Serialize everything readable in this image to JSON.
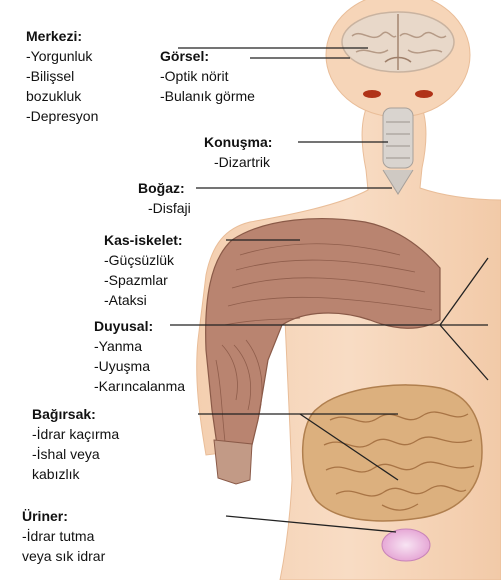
{
  "diagram": {
    "sections": {
      "central": {
        "heading": "Merkezi:",
        "items": [
          "-Yorgunluk",
          "-Bilişsel",
          "bozukluk",
          "-Depresyon"
        ]
      },
      "visual": {
        "heading": "Görsel:",
        "items": [
          "-Optik nörit",
          "-Bulanık görme"
        ]
      },
      "speech": {
        "heading": "Konuşma:",
        "items": [
          "-Dizartrik"
        ]
      },
      "throat": {
        "heading": "Boğaz:",
        "items": [
          "-Disfaji"
        ]
      },
      "musculoskeletal": {
        "heading": "Kas-iskelet:",
        "items": [
          "-Güçsüzlük",
          "-Spazmlar",
          "-Ataksi"
        ]
      },
      "sensory": {
        "heading": "Duyusal:",
        "items": [
          "-Yanma",
          "-Uyuşma",
          "-Karıncalanma"
        ]
      },
      "bowel": {
        "heading": "Bağırsak:",
        "items": [
          "-İdrar kaçırma",
          "-İshal veya",
          "kabızlık"
        ]
      },
      "urinary": {
        "heading": "Üriner:",
        "items": [
          "-İdrar tutma",
          "veya sık idrar"
        ]
      }
    },
    "colors": {
      "skin": "#f6d5b8",
      "skin_edge": "#e9bd98",
      "muscle": "#b98470",
      "brain": "#e8d8c9",
      "intestine": "#dcb07e",
      "bladder": "#e6a8d6",
      "eye": "#b03318",
      "line": "#222222"
    }
  }
}
